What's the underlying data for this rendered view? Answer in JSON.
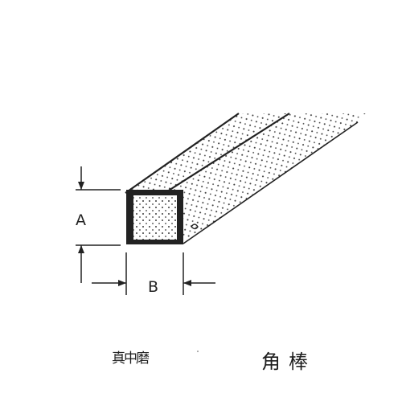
{
  "diagram": {
    "dimension_a": "A",
    "dimension_b": "B"
  },
  "captions": {
    "left": "真中磨",
    "right": "角棒"
  },
  "colors": {
    "line": "#222222",
    "stipple": "#3a3a3a",
    "background": "#ffffff"
  }
}
